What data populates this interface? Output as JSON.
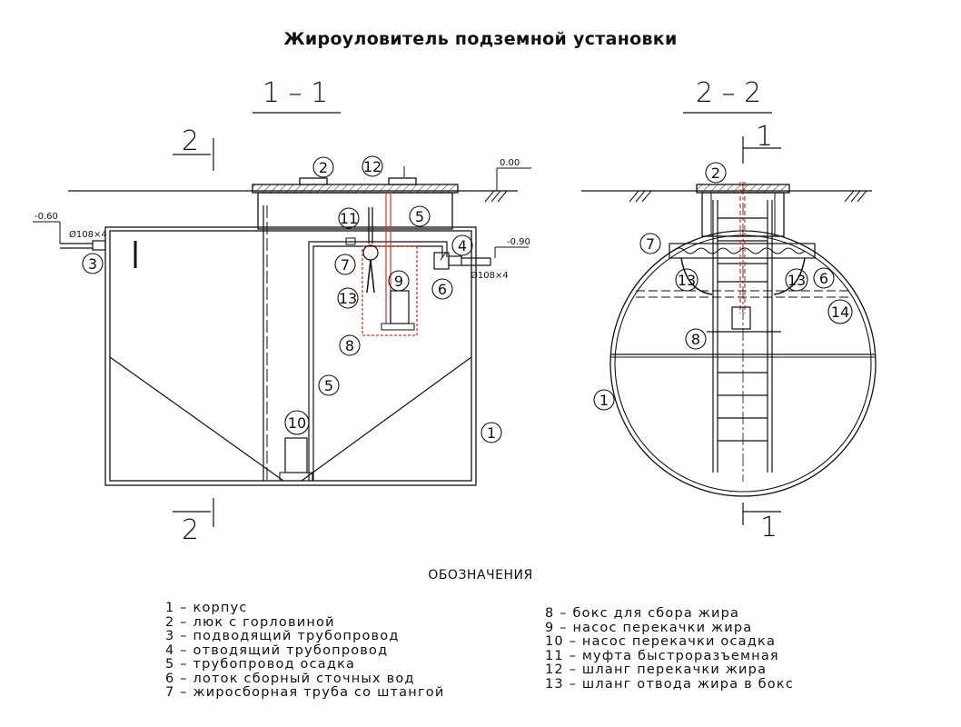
{
  "title": "Жироуловитель подземной установки",
  "sections": {
    "left": "1 – 1",
    "right": "2 – 2",
    "cut_left": "2",
    "cut_right": "1"
  },
  "levels": {
    "ground": "0.00",
    "inlet": "-0.60",
    "outlet": "-0.90"
  },
  "pipes": {
    "inlet": "Ø108×4",
    "outlet": "Ø108×4"
  },
  "callouts": [
    "1",
    "2",
    "3",
    "4",
    "5",
    "6",
    "7",
    "8",
    "9",
    "10",
    "11",
    "12",
    "13",
    "14"
  ],
  "legend": {
    "title": "ОБОЗНАЧЕНИЯ",
    "left": [
      "1 – корпус",
      "2 – люк с горловиной",
      "3 – подводящий трубопровод",
      "4 – отводящий трубопровод",
      "5 – трубопровод осадка",
      "6 – лоток сборный сточных вод",
      "7 – жиросборная труба со штангой"
    ],
    "right": [
      "8 – бокс для сбора жира",
      "9 – насос перекачки жира",
      "10 – насос перекачки осадка",
      "11 – муфта быстроразъемная",
      "12 – шланг перекачки жира",
      "13 – шланг отвода жира в бокс"
    ]
  }
}
